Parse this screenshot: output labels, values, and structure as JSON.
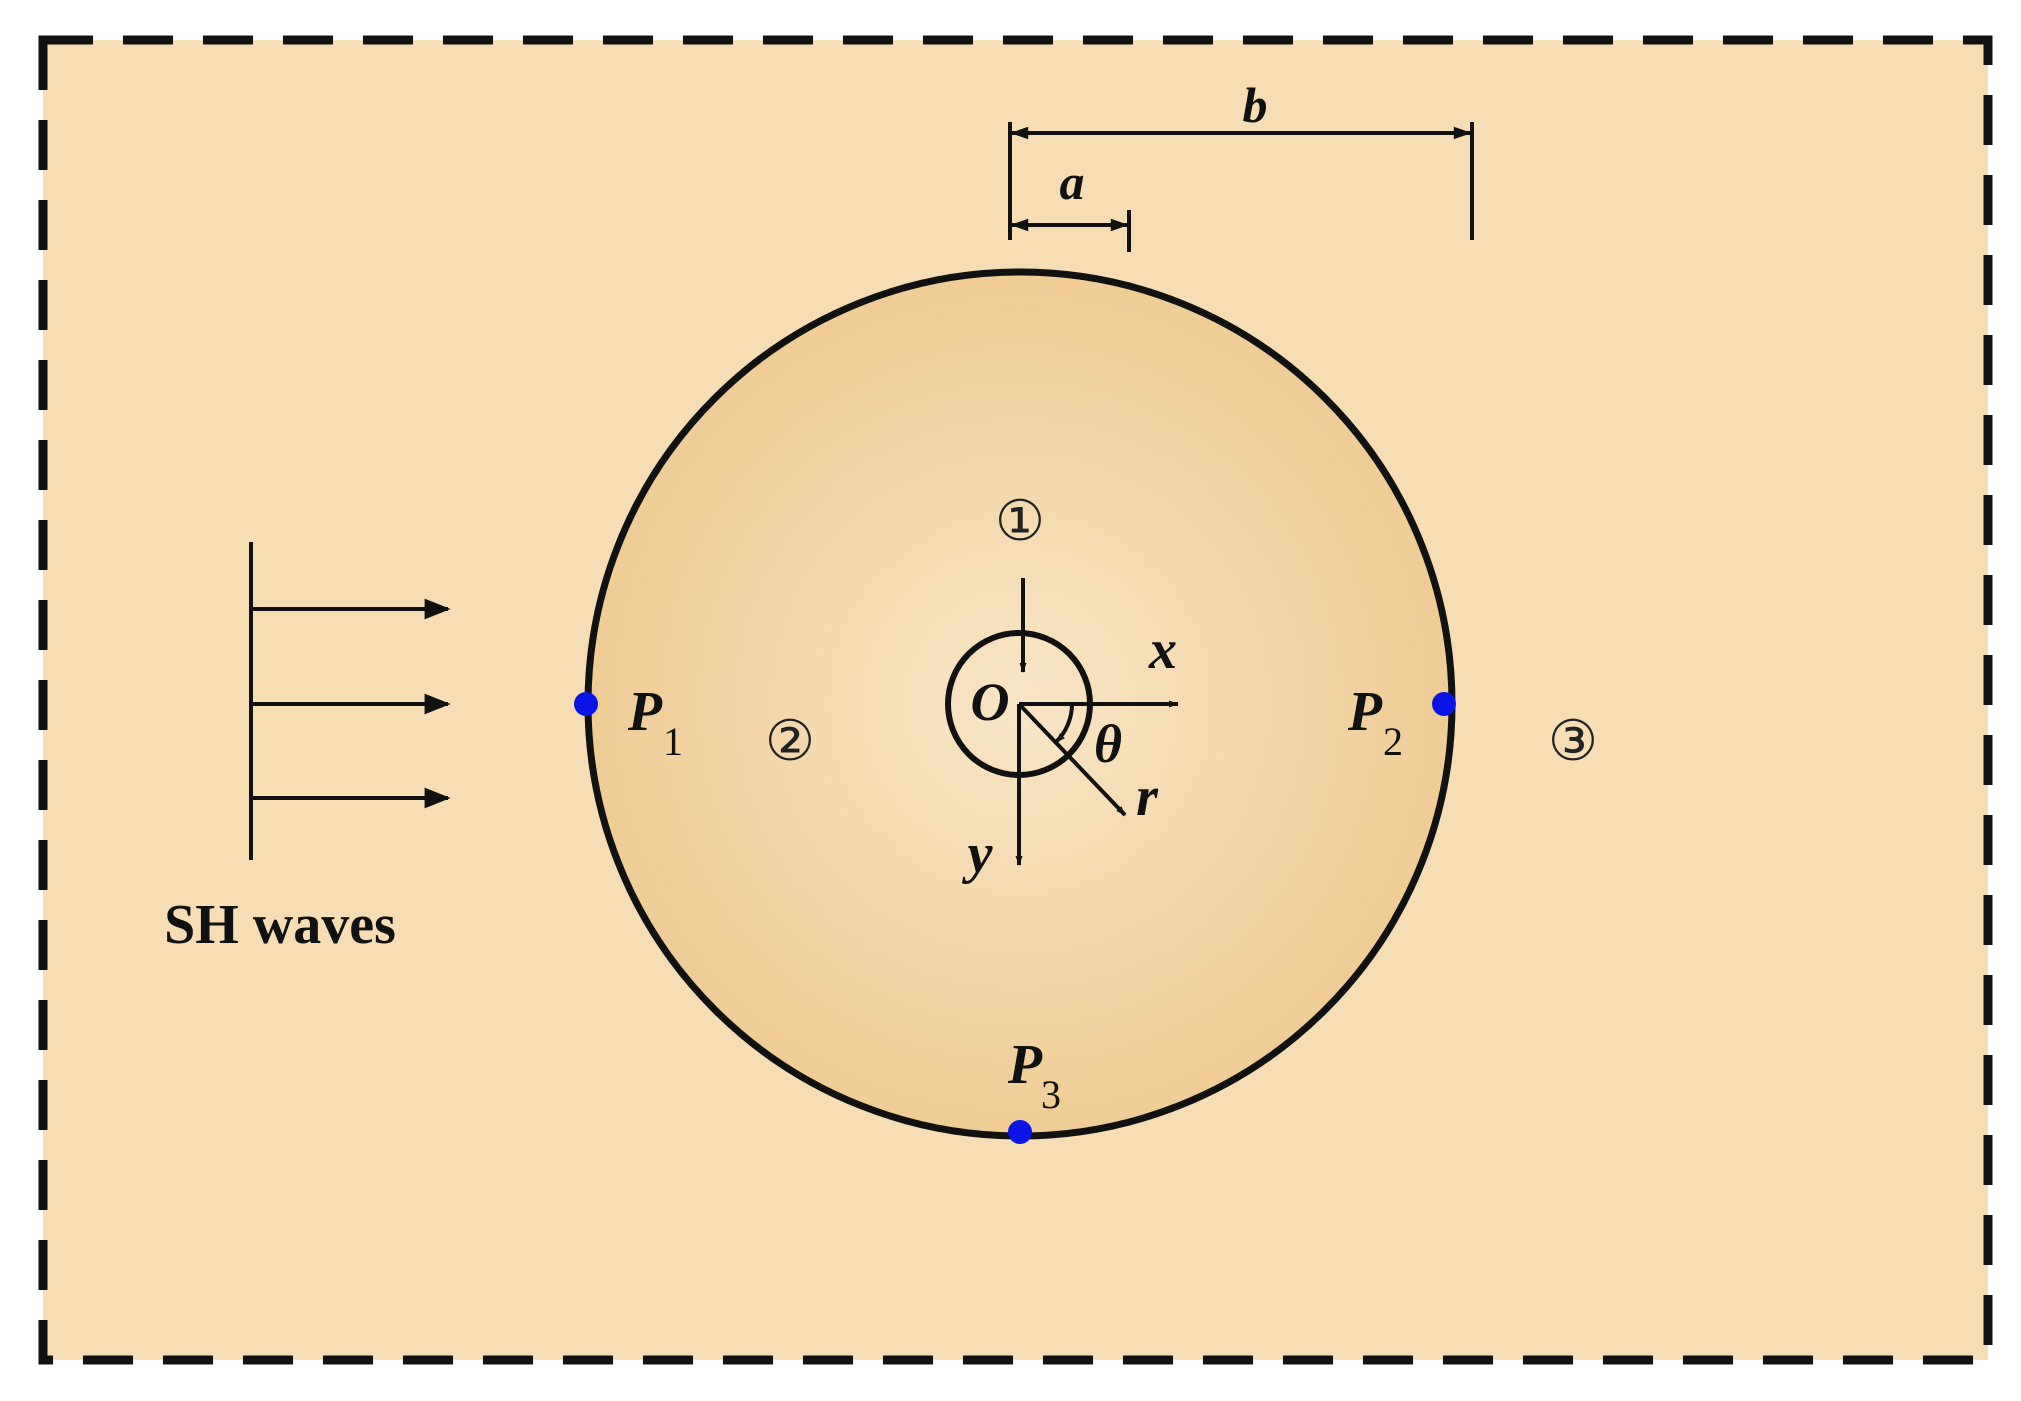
{
  "labels": {
    "b": "b",
    "a": "a",
    "origin": "O",
    "x": "x",
    "y": "y",
    "r": "r",
    "theta": "θ",
    "p1_letter": "P",
    "p1_sub": "1",
    "p2_letter": "P",
    "p2_sub": "2",
    "p3_letter": "P",
    "p3_sub": "3",
    "region_1": "①",
    "region_2": "②",
    "region_3": "③",
    "wave_caption": "SH waves"
  },
  "colors": {
    "background": "#f6ddb4",
    "inclusion_center": "#f9e6c6",
    "inclusion_edge": "#f0cc95",
    "stroke": "#111111",
    "point": "#0a14e6"
  }
}
